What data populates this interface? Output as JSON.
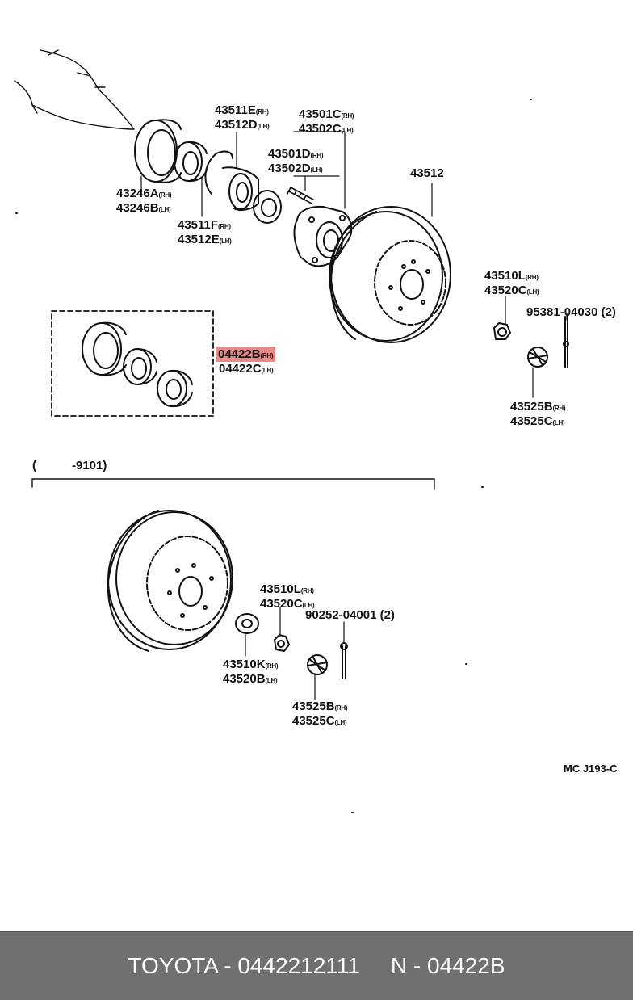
{
  "callouts": {
    "seal_rh": "43246A",
    "seal_lh": "43246B",
    "bearing_outer_rh": "43511E",
    "bearing_outer_lh": "43512D",
    "bearing_inner_rh": "43511F",
    "bearing_inner_lh": "43512E",
    "hub_rh": "43501C",
    "hub_lh": "43502C",
    "bolt_rh": "43501D",
    "bolt_lh": "43502D",
    "disc": "43512",
    "nut_upper_rh": "43510L",
    "nut_upper_lh": "43520C",
    "pin_upper": "95381-04030",
    "pin_upper_qty": "(2)",
    "cap_upper_rh": "43525B",
    "cap_upper_lh": "43525C",
    "kit_rh": "04422B",
    "kit_lh": "04422C",
    "range_open": "(",
    "range": "-9101)",
    "nut_lower_rh": "43510L",
    "nut_lower_lh": "43520C",
    "pin_lower": "90252-04001",
    "pin_lower_qty": "(2)",
    "washer_rh": "43510K",
    "washer_lh": "43520B",
    "cap_lower_rh": "43525B",
    "cap_lower_lh": "43525C",
    "diagram_code": "MC J193-C"
  },
  "side": {
    "rh": "(RH)",
    "lh": "(LH)"
  },
  "highlight": {
    "color": "#e8898a",
    "part": "04422B"
  },
  "footer": {
    "brand_part": "TOYOTA - 0442212111",
    "ref": "N - 04422B"
  }
}
